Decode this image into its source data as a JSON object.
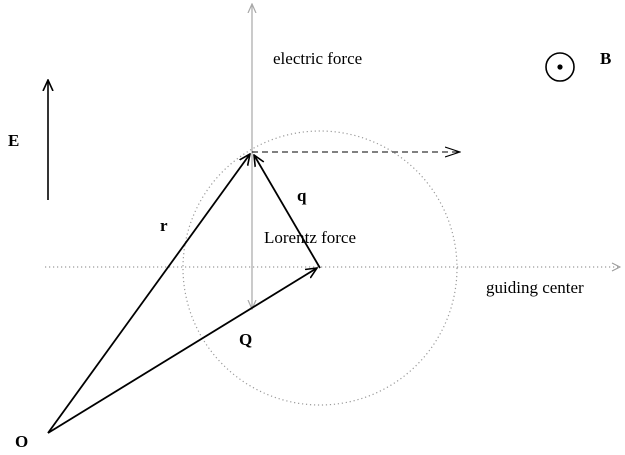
{
  "labels": {
    "electric_force": "electric force",
    "lorentz_force": "Lorentz force",
    "guiding_center": "guiding center",
    "field_e": "E",
    "field_b": "B",
    "vector_r": "r",
    "vector_q_small": "q",
    "vector_q_big": "Q",
    "origin": "O"
  },
  "colors": {
    "ink": "#000000",
    "gray_line": "#a8a8a8",
    "dotted": "#9a9a9a"
  }
}
